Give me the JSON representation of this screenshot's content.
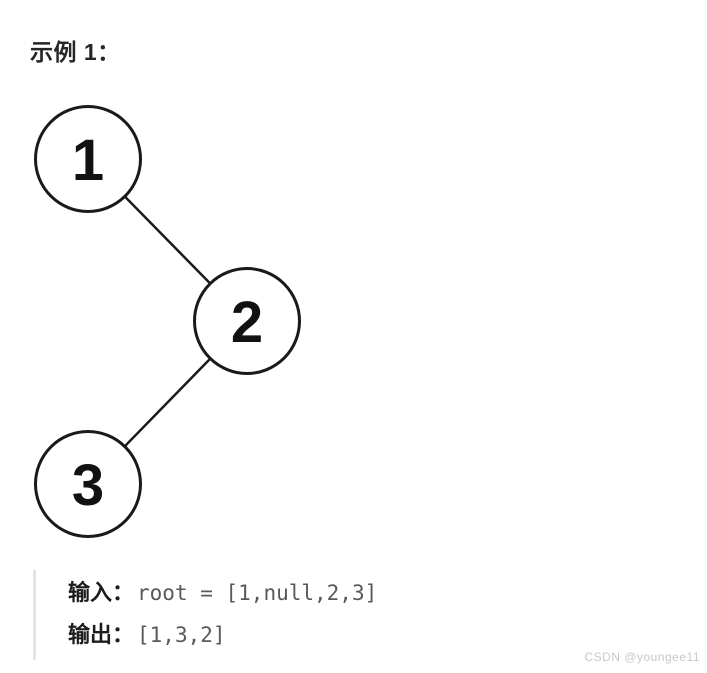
{
  "page": {
    "heading": "示例 1："
  },
  "tree": {
    "type": "binary-tree-diagram",
    "node_fill": "#ffffff",
    "node_stroke": "#1a1a1a",
    "edge_color": "#1a1a1a",
    "nodes": [
      {
        "label": "1"
      },
      {
        "label": "2"
      },
      {
        "label": "3"
      }
    ],
    "edges": [
      {
        "from": "1",
        "to": "2",
        "relation": "right-child"
      },
      {
        "from": "2",
        "to": "3",
        "relation": "left-child"
      }
    ]
  },
  "example": {
    "input_label": "输入：",
    "input_value": "root = [1,null,2,3]",
    "output_label": "输出：",
    "output_value": "[1,3,2]"
  },
  "watermark": "CSDN @youngee11"
}
